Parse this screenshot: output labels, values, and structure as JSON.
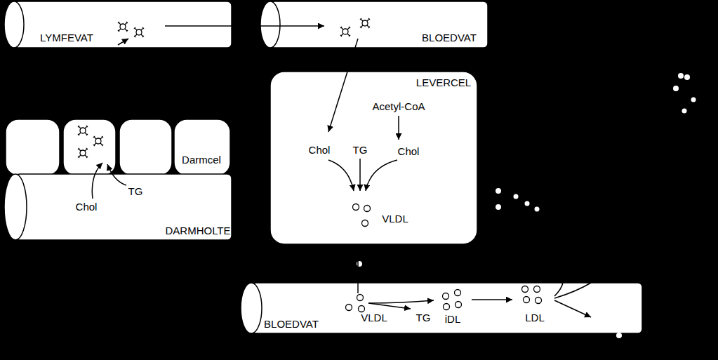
{
  "diagram": {
    "nodes": [
      {
        "text": [
          "LYMFEVAT"
        ]
      },
      {
        "text": [
          "BLOEDVAT"
        ]
      },
      {
        "text": [
          "LEVERCEL"
        ]
      },
      {
        "text": [
          "Darmcel"
        ]
      },
      {
        "text": [
          "DARMHOLTE"
        ]
      },
      {
        "text": [
          "BLOEDVAT"
        ]
      }
    ],
    "edges": [
      {
        "from": 0,
        "to": 1,
        "arrow": "to"
      },
      {
        "from": 1,
        "to": 2,
        "arrow": "to"
      },
      {
        "from": 2,
        "to": 5,
        "arrow": "to"
      }
    ],
    "labels": [
      "Acetyl-CoA",
      "Chol",
      "TG",
      "Chol",
      "VLDL",
      "Chol",
      "TG",
      "VLDL",
      "TG",
      "iDL",
      "LDL"
    ]
  }
}
